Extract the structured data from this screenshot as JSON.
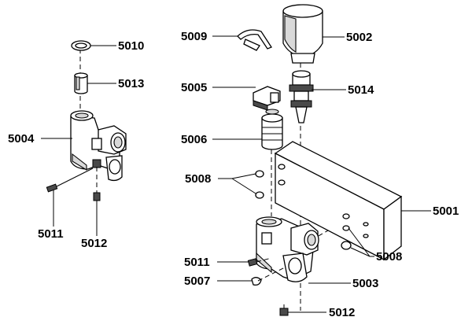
{
  "labels": {
    "l5010": "5010",
    "l5013": "5013",
    "l5004": "5004",
    "l5011a": "5011",
    "l5012a": "5012",
    "l5009": "5009",
    "l5002": "5002",
    "l5005": "5005",
    "l5014": "5014",
    "l5006": "5006",
    "l5008a": "5008",
    "l5001": "5001",
    "l5008b": "5008",
    "l5011b": "5011",
    "l5007": "5007",
    "l5003": "5003",
    "l5012b": "5012"
  }
}
